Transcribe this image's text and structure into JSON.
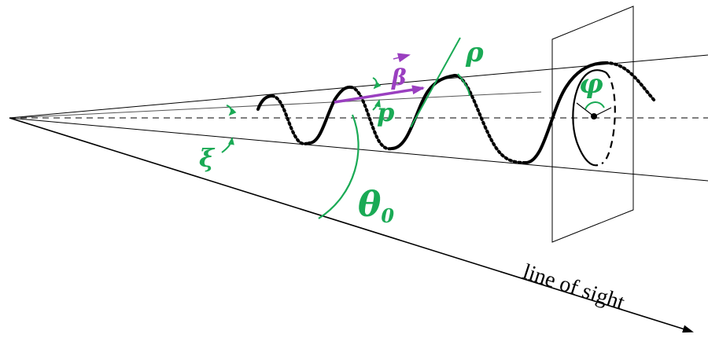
{
  "colors": {
    "angle": "#1aaa55",
    "velocity": "#9a3fc0",
    "line": "#000000"
  },
  "labels": {
    "rho": "ρ",
    "beta": "β",
    "p": "p",
    "phi": "φ",
    "xi": "ξ",
    "theta_symbol": "θ",
    "theta_sub": "0",
    "line_of_sight": "line of sight"
  }
}
